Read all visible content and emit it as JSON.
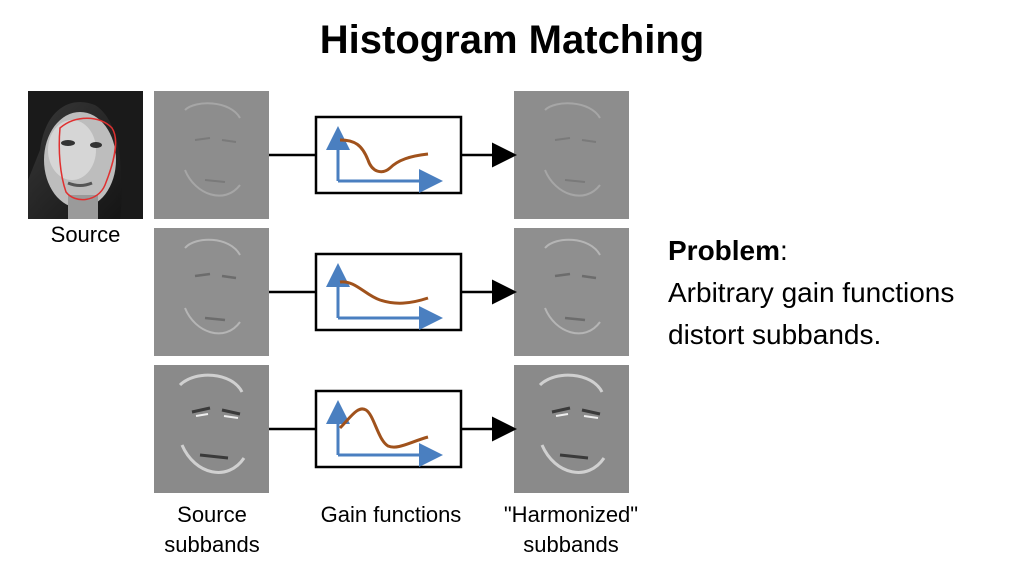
{
  "title": "Histogram Matching",
  "labels": {
    "source": "Source",
    "source_subbands_1": "Source",
    "source_subbands_2": "subbands",
    "gain_functions": "Gain functions",
    "harmonized_1": "\"Harmonized\"",
    "harmonized_2": "subbands"
  },
  "problem": {
    "heading": "Problem",
    "colon": ":",
    "line1": "Arbitrary gain functions",
    "line2": "distort subbands."
  },
  "colors": {
    "curve": "#a0521c",
    "axis": "#4a7fc0",
    "contour": "#e03030"
  }
}
